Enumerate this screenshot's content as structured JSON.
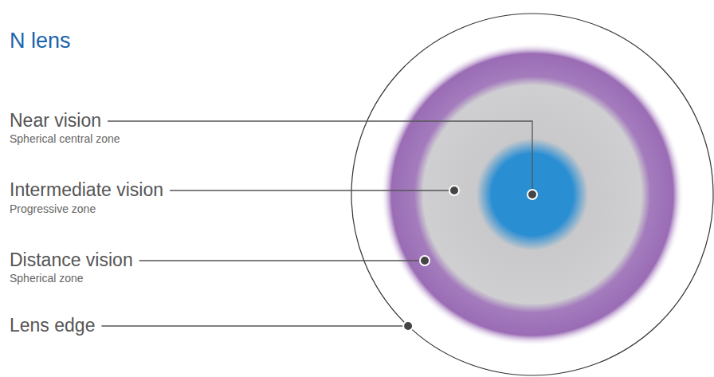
{
  "diagram": {
    "title": "N lens",
    "labels": [
      "Near vision",
      "Spherical central zone",
      "Intermediate vision",
      "Progressive zone",
      "Distance vision",
      "Spherical zone",
      "Lens edge"
    ]
  }
}
